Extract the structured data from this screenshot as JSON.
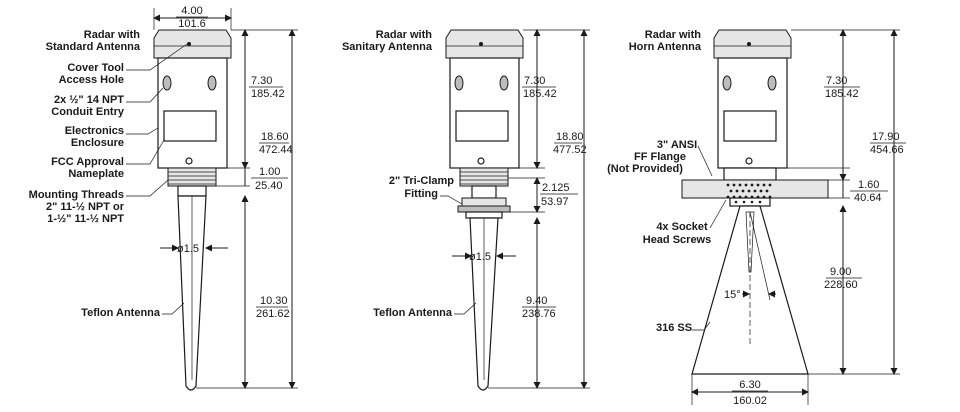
{
  "left": {
    "title_line1": "Radar with",
    "title_line2": "Standard Antenna",
    "callouts": {
      "cover_tool_1": "Cover Tool",
      "cover_tool_2": "Access Hole",
      "npt_1": "2x ½\" 14 NPT",
      "npt_2": "Conduit Entry",
      "electronics_1": "Electronics",
      "electronics_2": "Enclosure",
      "fcc_1": "FCC Approval",
      "fcc_2": "Nameplate",
      "threads_1": "Mounting Threads",
      "threads_2": "2\" 11-½ NPT or",
      "threads_3": "1-½\" 11-½ NPT",
      "antenna": "Teflon Antenna"
    },
    "dims": {
      "width_in": "4.00",
      "width_mm": "101.6",
      "head_in": "7.30",
      "head_mm": "185.42",
      "total_in": "18.60",
      "total_mm": "472.44",
      "thread_in": "1.00",
      "thread_mm": "25.40",
      "dia": "ø1.5",
      "antenna_in": "10.30",
      "antenna_mm": "261.62"
    }
  },
  "middle": {
    "title_line1": "Radar with",
    "title_line2": "Sanitary Antenna",
    "callouts": {
      "clamp_1": "2\" Tri-Clamp",
      "clamp_2": "Fitting",
      "antenna": "Teflon Antenna"
    },
    "dims": {
      "head_in": "7.30",
      "head_mm": "185.42",
      "total_in": "18.80",
      "total_mm": "477.52",
      "clamp_in": "2.125",
      "clamp_mm": "53.97",
      "dia": "ø1.5",
      "antenna_in": "9.40",
      "antenna_mm": "238.76"
    }
  },
  "right": {
    "title_line1": "Radar with",
    "title_line2": "Horn Antenna",
    "callouts": {
      "flange_1": "3\" ANSI",
      "flange_2": "FF Flange",
      "flange_3": "(Not Provided)",
      "screws_1": "4x Socket",
      "screws_2": "Head Screws",
      "angle": "15°",
      "material": "316 SS"
    },
    "dims": {
      "head_in": "7.30",
      "head_mm": "185.42",
      "total_in": "17.90",
      "total_mm": "454.66",
      "flange_in": "1.60",
      "flange_mm": "40.64",
      "horn_in": "9.00",
      "horn_mm": "228.60",
      "base_in": "6.30",
      "base_mm": "160.02"
    }
  }
}
